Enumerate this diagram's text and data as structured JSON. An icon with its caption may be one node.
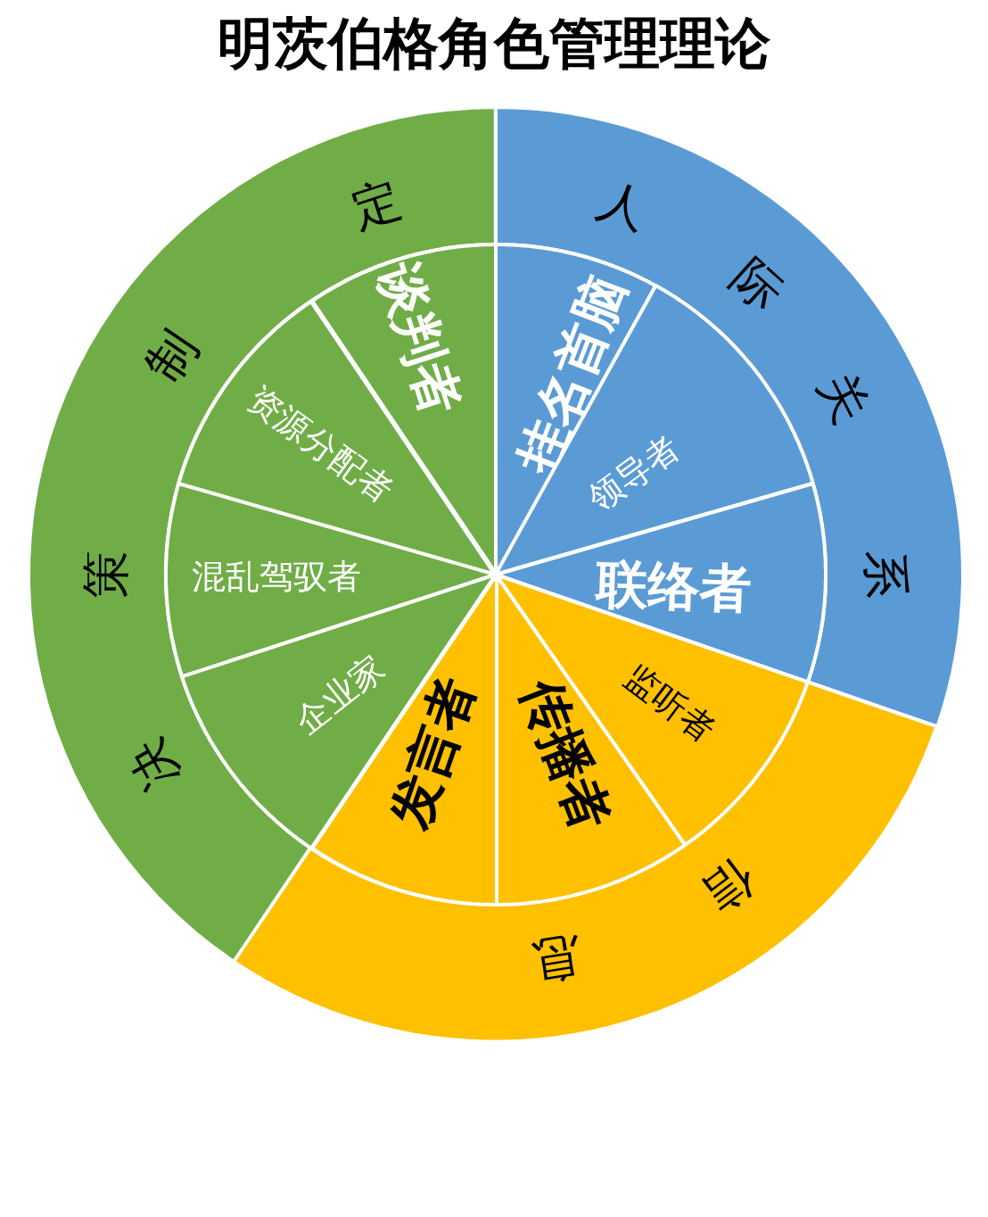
{
  "diagram": {
    "title": "明茨伯格角色管理理论",
    "nodes": [
      {
        "text": [
          "决",
          "策",
          "制",
          "定"
        ]
      },
      {
        "text": [
          "谈判者"
        ]
      },
      {
        "text": [
          "资源分配者"
        ]
      },
      {
        "text": [
          "混乱驾驭者"
        ]
      },
      {
        "text": [
          "企业家"
        ]
      },
      {
        "text": [
          "人",
          "际",
          "关",
          "系"
        ]
      },
      {
        "text": [
          "挂名首脑"
        ]
      },
      {
        "text": [
          "领导者"
        ]
      },
      {
        "text": [
          "联络者"
        ]
      },
      {
        "text": [
          "信",
          "息"
        ]
      },
      {
        "text": [
          "监听者"
        ]
      },
      {
        "text": [
          "传播者"
        ]
      },
      {
        "text": [
          "发言者"
        ]
      }
    ]
  }
}
